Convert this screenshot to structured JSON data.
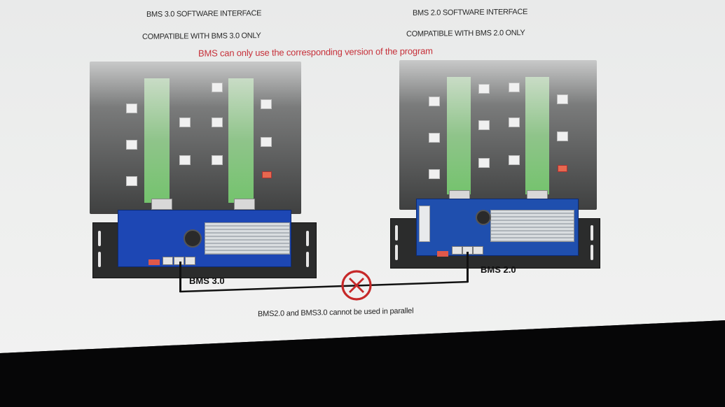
{
  "diagram": {
    "left_panel": {
      "title": "BMS 3.0 SOFTWARE INTERFACE",
      "subtitle": "COMPATIBLE WITH BMS 3.0 ONLY",
      "unit_label": "BMS 3.0",
      "board_color": "#1d47b4"
    },
    "right_panel": {
      "title": "BMS 2.0 SOFTWARE INTERFACE",
      "subtitle": "COMPATIBLE WITH BMS 2.0 ONLY",
      "unit_label": "BMS 2.0",
      "board_color": "#1f4fae"
    },
    "warning_note": "BMS can only use the corresponding version of the program",
    "connection": {
      "status_icon": "prohibited-x-icon",
      "status_color": "#c62828"
    },
    "footer_note": "BMS2.0 and BMS3.0 cannot be used in parallel"
  },
  "colors": {
    "warning_text": "#c6313a",
    "cell_green": "#74c36d"
  }
}
